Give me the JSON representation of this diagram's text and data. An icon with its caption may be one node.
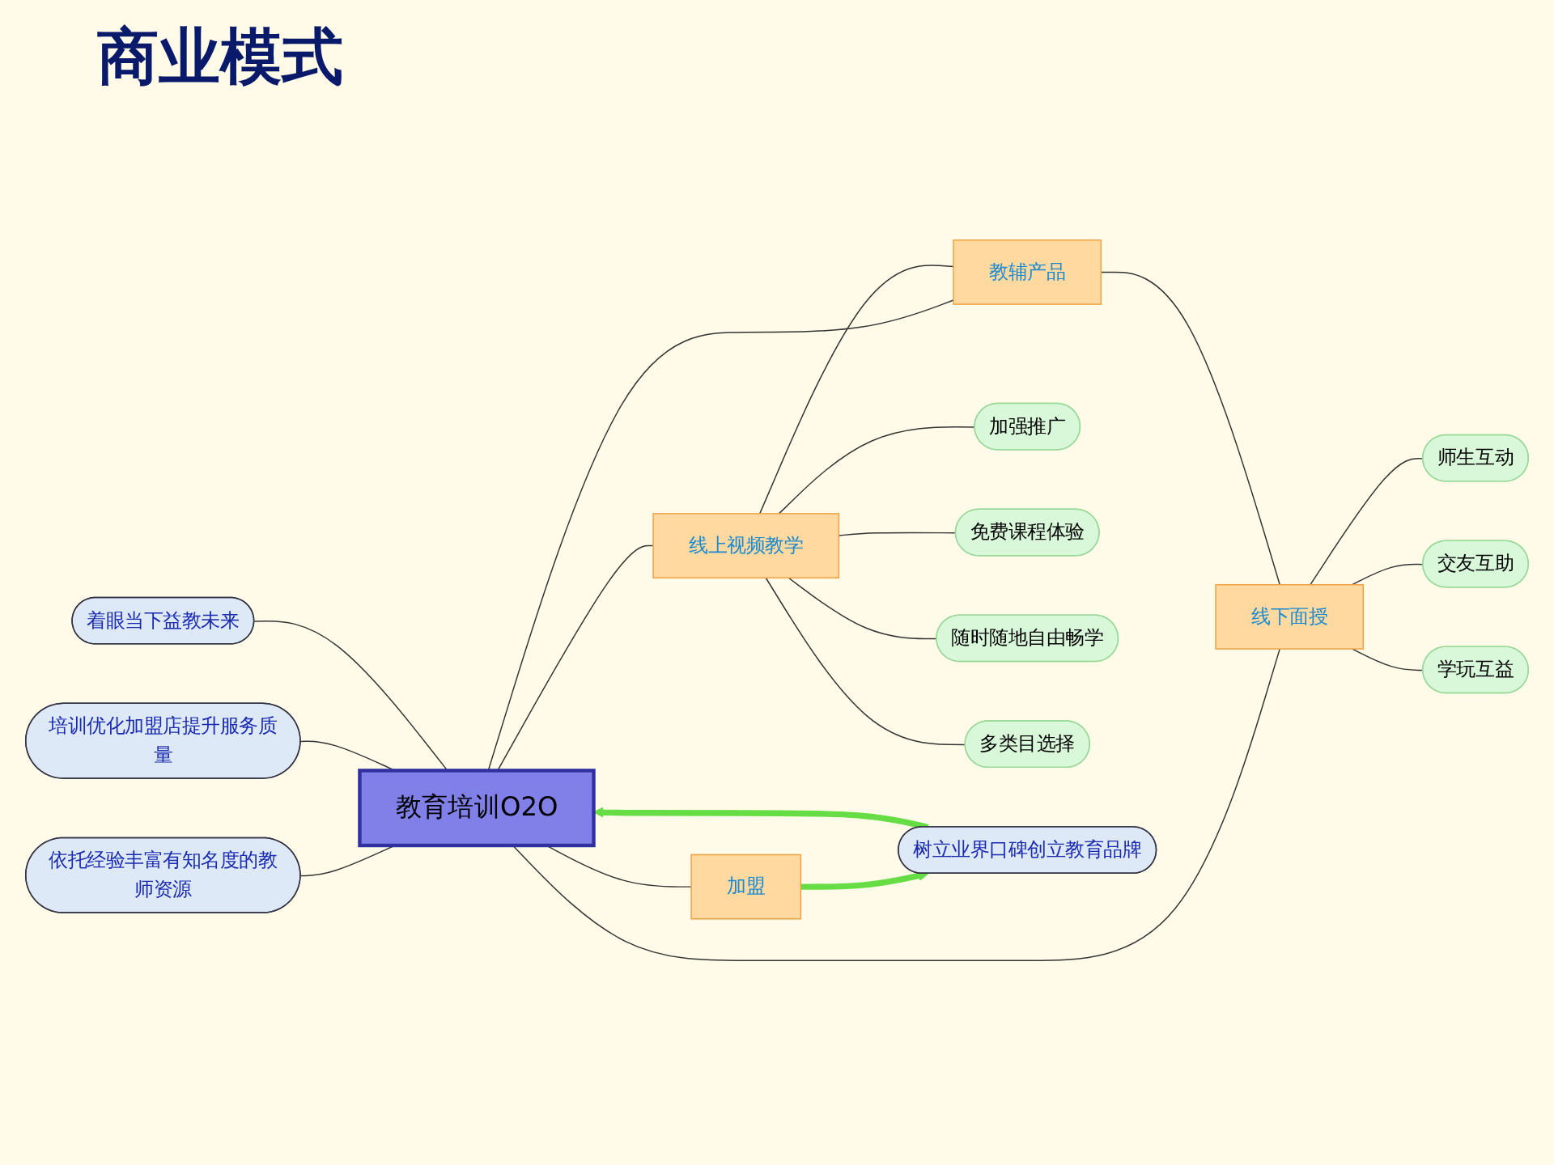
{
  "diagram": {
    "title": "商业模式",
    "nodes": [
      {
        "text": [
          "教育培训O2O"
        ]
      },
      {
        "text": [
          "依托经验丰富有知名度的教师资源"
        ]
      },
      {
        "text": [
          "培训优化加盟店提升服务质量"
        ]
      },
      {
        "text": [
          "着眼当下益教未来"
        ]
      },
      {
        "text": [
          "线上视频教学"
        ]
      },
      {
        "text": [
          "教辅产品"
        ]
      },
      {
        "text": [
          "线下面授"
        ]
      },
      {
        "text": [
          "加盟"
        ]
      },
      {
        "text": [
          "加强推广"
        ]
      },
      {
        "text": [
          "免费课程体验"
        ]
      },
      {
        "text": [
          "随时随地自由畅学"
        ]
      },
      {
        "text": [
          "多类目选择"
        ]
      },
      {
        "text": [
          "师生互动"
        ]
      },
      {
        "text": [
          "交友互助"
        ]
      },
      {
        "text": [
          "学玩互益"
        ]
      },
      {
        "text": [
          "树立业界口碑创立教育品牌"
        ]
      }
    ],
    "edges": [
      {
        "from": 1,
        "to": 0,
        "arrow": "none"
      },
      {
        "from": 2,
        "to": 0,
        "arrow": "none"
      },
      {
        "from": 3,
        "to": 0,
        "arrow": "none"
      },
      {
        "from": 0,
        "to": 4,
        "arrow": "none"
      },
      {
        "from": 0,
        "to": 5,
        "arrow": "none"
      },
      {
        "from": 0,
        "to": 6,
        "arrow": "none"
      },
      {
        "from": 0,
        "to": 7,
        "arrow": "none"
      },
      {
        "from": 4,
        "to": 5,
        "arrow": "none"
      },
      {
        "from": 5,
        "to": 6,
        "arrow": "none"
      },
      {
        "from": 4,
        "to": 8,
        "arrow": "none"
      },
      {
        "from": 4,
        "to": 9,
        "arrow": "none"
      },
      {
        "from": 4,
        "to": 10,
        "arrow": "none"
      },
      {
        "from": 4,
        "to": 11,
        "arrow": "none"
      },
      {
        "from": 6,
        "to": 12,
        "arrow": "none"
      },
      {
        "from": 6,
        "to": 13,
        "arrow": "none"
      },
      {
        "from": 6,
        "to": 14,
        "arrow": "none"
      },
      {
        "from": 15,
        "to": 0,
        "arrow": "to",
        "style": "thick",
        "color": "#66dd44"
      },
      {
        "from": 7,
        "to": 15,
        "arrow": "to",
        "style": "thick",
        "color": "#66dd44"
      }
    ]
  }
}
